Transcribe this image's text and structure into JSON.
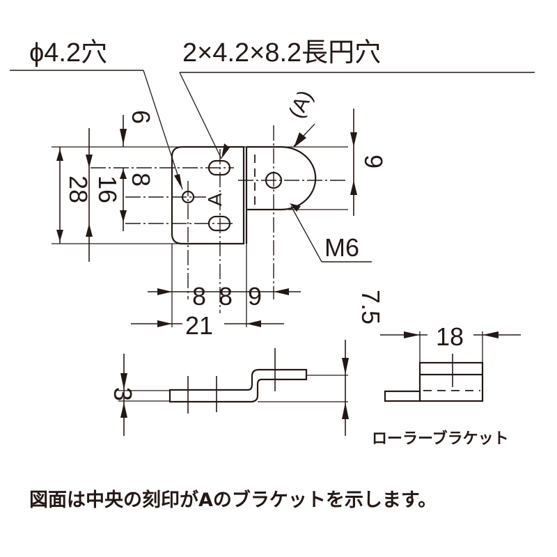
{
  "callouts": {
    "hole_round": "ϕ4.2穴",
    "hole_slot": "2×4.2×8.2長円穴",
    "mark_a": "(A)",
    "thread": "M6",
    "stamp_letter": "A"
  },
  "dimensions": {
    "top_6": "6",
    "left_28": "28",
    "left_16": "16",
    "left_8": "8",
    "right_9": "9",
    "bottom_8a": "8",
    "bottom_8b": "8",
    "bottom_9": "9",
    "bottom_21": "21",
    "side_3": "3",
    "side_7_5": "7.5",
    "end_18": "18"
  },
  "labels": {
    "part_name": "ローラーブラケット",
    "note": "図面は中央の刻印がAのブラケットを示します。"
  },
  "colors": {
    "ink": "#231815",
    "background": "#ffffff"
  }
}
